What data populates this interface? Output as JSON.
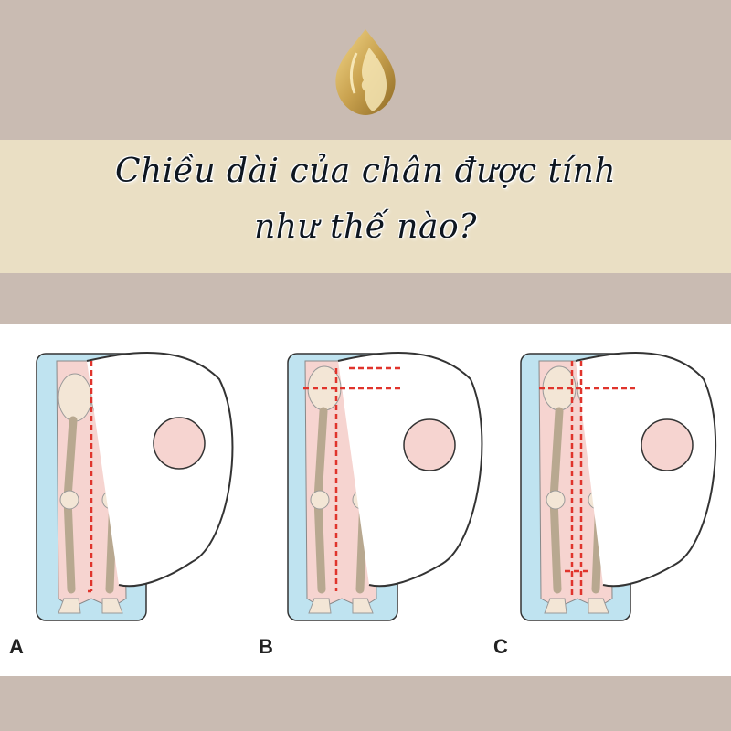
{
  "title": {
    "line1": "Chiều dài của chân được tính",
    "line2": "như thế nào?"
  },
  "logo": {
    "icon": "gold-flame-face-logo",
    "color": "#c9a24f"
  },
  "figures": [
    {
      "label": "A"
    },
    {
      "label": "B"
    },
    {
      "label": "C"
    }
  ],
  "colors": {
    "background": "#c9bbb2",
    "banner": "#eadfc4",
    "table": "#bfe3f0",
    "skin": "#f6d4d0",
    "dashed_line": "#e0342c"
  }
}
